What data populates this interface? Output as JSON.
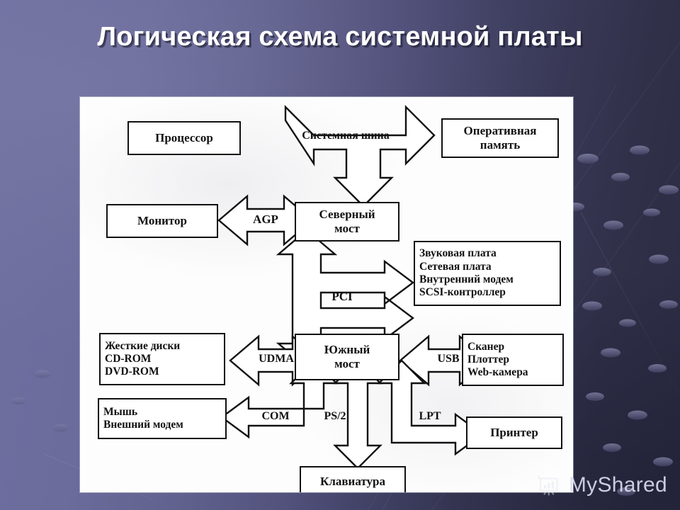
{
  "slide": {
    "title": "Логическая схема системной платы",
    "background_color": "#6b6b9c",
    "panel_background": "#fdfdfd"
  },
  "watermark": {
    "text": "MyShared",
    "icon": "presentation-chart-icon"
  },
  "diagram": {
    "line_color": "#111111",
    "nodes": [
      {
        "id": "cpu",
        "lines": [
          "Процессор"
        ],
        "align": "center"
      },
      {
        "id": "ram",
        "lines": [
          "Оперативная",
          "память"
        ],
        "align": "center"
      },
      {
        "id": "monitor",
        "lines": [
          "Монитор"
        ],
        "align": "center"
      },
      {
        "id": "northbridge",
        "lines": [
          "Северный",
          "мост"
        ],
        "align": "center"
      },
      {
        "id": "pci-cards",
        "lines": [
          "Звуковая плата",
          "Сетевая плата",
          "Внутренний модем",
          "SCSI-контроллер"
        ],
        "align": "left"
      },
      {
        "id": "drives",
        "lines": [
          "Жесткие диски",
          "CD-ROM",
          "DVD-ROM"
        ],
        "align": "left"
      },
      {
        "id": "southbridge",
        "lines": [
          "Южный",
          "мост"
        ],
        "align": "center"
      },
      {
        "id": "peripherals",
        "lines": [
          "Сканер",
          "Плоттер",
          "Web-камера"
        ],
        "align": "left"
      },
      {
        "id": "mouse-modem",
        "lines": [
          "Мышь",
          "Внешний модем"
        ],
        "align": "left"
      },
      {
        "id": "printer",
        "lines": [
          "Принтер"
        ],
        "align": "center"
      },
      {
        "id": "keyboard",
        "lines": [
          "Клавиатура"
        ],
        "align": "center"
      }
    ],
    "buses": [
      {
        "id": "system-bus",
        "label": "Системная шина",
        "from": "cpu",
        "to": [
          "ram",
          "northbridge"
        ]
      },
      {
        "id": "agp",
        "label": "AGP",
        "from": "monitor",
        "to": [
          "northbridge"
        ]
      },
      {
        "id": "pci",
        "label": "PCI",
        "from": "northbridge",
        "to": [
          "pci-cards",
          "southbridge"
        ]
      },
      {
        "id": "udma",
        "label": "UDMA",
        "from": "drives",
        "to": [
          "southbridge"
        ]
      },
      {
        "id": "usb",
        "label": "USB",
        "from": "southbridge",
        "to": [
          "peripherals"
        ]
      },
      {
        "id": "com",
        "label": "COM",
        "from": "southbridge",
        "to": [
          "mouse-modem"
        ]
      },
      {
        "id": "ps2",
        "label": "PS/2",
        "from": "southbridge",
        "to": [
          "keyboard"
        ]
      },
      {
        "id": "lpt",
        "label": "LPT",
        "from": "southbridge",
        "to": [
          "printer"
        ]
      }
    ]
  }
}
